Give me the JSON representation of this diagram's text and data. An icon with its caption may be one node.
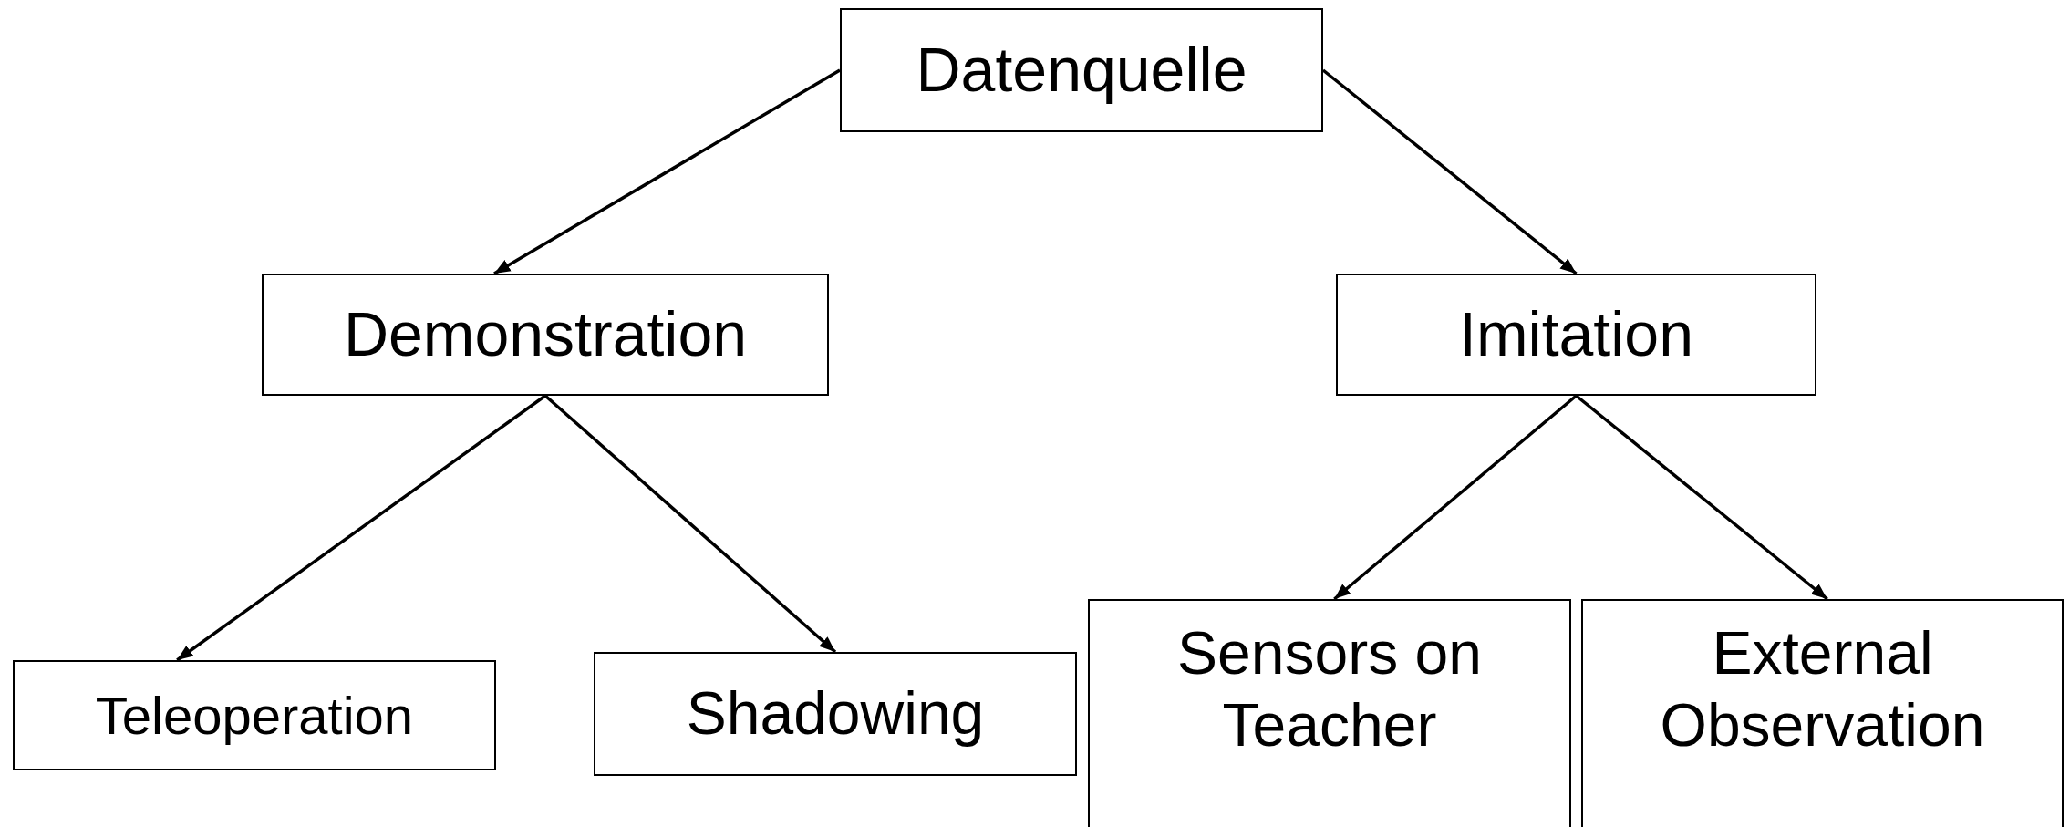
{
  "diagram": {
    "nodes": [
      {
        "text": [
          "Datenquelle"
        ]
      },
      {
        "text": [
          "Demonstration"
        ]
      },
      {
        "text": [
          "Imitation"
        ]
      },
      {
        "text": [
          "Teleoperation"
        ]
      },
      {
        "text": [
          "Shadowing"
        ]
      },
      {
        "text": [
          "Sensors on Teacher"
        ]
      },
      {
        "text": [
          "External Observation"
        ]
      }
    ],
    "edges": [
      {
        "from": 0,
        "to": 1,
        "arrow": "to"
      },
      {
        "from": 0,
        "to": 2,
        "arrow": "to"
      },
      {
        "from": 1,
        "to": 3,
        "arrow": "to"
      },
      {
        "from": 1,
        "to": 4,
        "arrow": "to"
      },
      {
        "from": 2,
        "to": 5,
        "arrow": "to"
      },
      {
        "from": 2,
        "to": 6,
        "arrow": "to"
      }
    ]
  }
}
